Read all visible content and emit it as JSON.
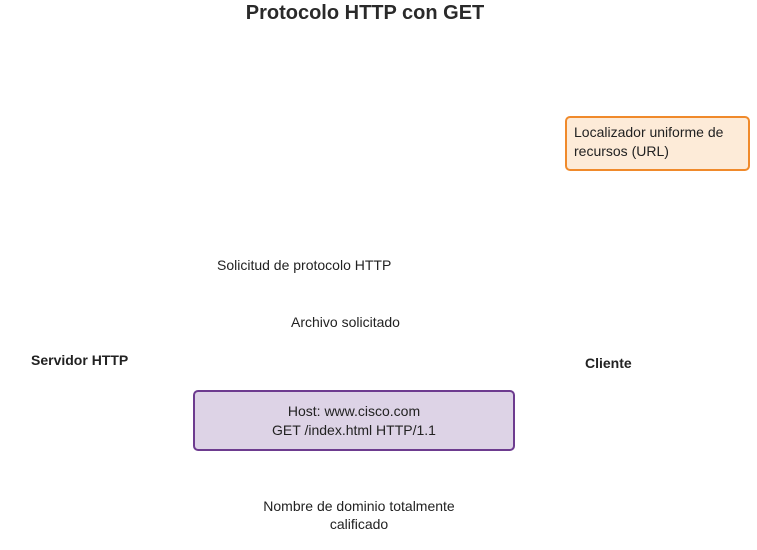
{
  "title": "Protocolo HTTP con GET",
  "url_box": {
    "text": "Localizador uniforme de recursos (URL)",
    "border_color": "#f08a2b",
    "fill_color": "#fdebd8"
  },
  "labels": {
    "http_request": "Solicitud de protocolo HTTP",
    "requested_file": "Archivo solicitado",
    "http_server": "Servidor HTTP",
    "client": "Cliente"
  },
  "http_message": {
    "line1": "Host: www.cisco.com",
    "line2": "GET /index.html HTTP/1.1",
    "border_color": "#6d3b8f",
    "fill_color": "#ddd3e6"
  },
  "fqdn": {
    "line1": "Nombre de dominio totalmente",
    "line2": "calificado"
  }
}
